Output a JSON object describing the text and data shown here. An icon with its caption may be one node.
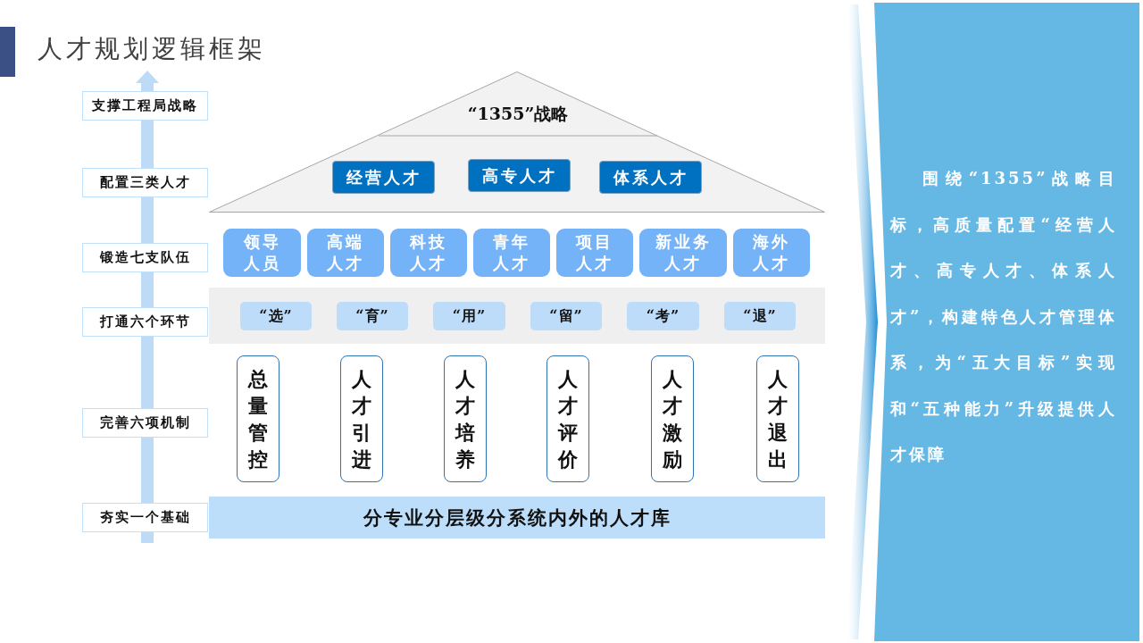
{
  "diagram": {
    "title": "人才规划逻辑框架",
    "nodes": [
      {
        "text": [
          "支撑工程局战略"
        ]
      },
      {
        "text": [
          "配置三类人才"
        ]
      },
      {
        "text": [
          "锻造七支队伍"
        ]
      },
      {
        "text": [
          "打通六个环节"
        ]
      },
      {
        "text": [
          "完善六项机制"
        ]
      },
      {
        "text": [
          "夯实一个基础"
        ]
      },
      {
        "text": [
          "“1355”战略"
        ]
      },
      {
        "text": [
          "经营人才"
        ],
        "in": 6
      },
      {
        "text": [
          "高专人才"
        ],
        "in": 6
      },
      {
        "text": [
          "体系人才"
        ],
        "in": 6
      },
      {
        "text": [
          "领导人员"
        ]
      },
      {
        "text": [
          "高端人才"
        ]
      },
      {
        "text": [
          "科技人才"
        ]
      },
      {
        "text": [
          "青年人才"
        ]
      },
      {
        "text": [
          "项目人才"
        ]
      },
      {
        "text": [
          "新业务人才"
        ]
      },
      {
        "text": [
          "海外人才"
        ]
      },
      {
        "text": [],
        "shape": "box"
      },
      {
        "text": [
          "“选”"
        ],
        "in": 17
      },
      {
        "text": [
          "“育”"
        ],
        "in": 17
      },
      {
        "text": [
          "“用”"
        ],
        "in": 17
      },
      {
        "text": [
          "“留”"
        ],
        "in": 17
      },
      {
        "text": [
          "“考”"
        ],
        "in": 17
      },
      {
        "text": [
          "“退”"
        ],
        "in": 17
      },
      {
        "text": [
          "总量管控"
        ]
      },
      {
        "text": [
          "人才引进"
        ]
      },
      {
        "text": [
          "人才培养"
        ]
      },
      {
        "text": [
          "人才评价"
        ]
      },
      {
        "text": [
          "人才激励"
        ]
      },
      {
        "text": [
          "人才退出"
        ]
      },
      {
        "text": [
          "分专业分层级分系统内外的人才库"
        ]
      },
      {
        "text": [
          "围绕“1355”战略目标，高质量配置“经营人才、高专人才、体系人才”，构建特色人才管理体系，为“五大目标”实现和“五种能力”升级提供人才保障"
        ]
      }
    ]
  }
}
